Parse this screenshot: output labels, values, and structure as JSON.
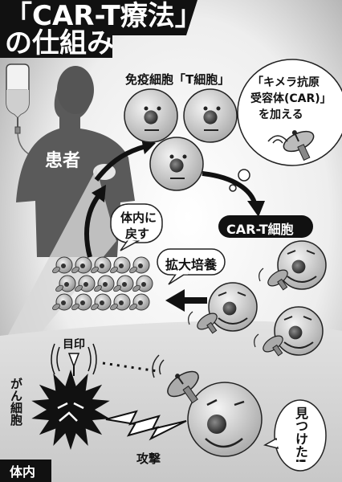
{
  "title": {
    "line1": "「CAR-T療法」",
    "line2": "の仕組み"
  },
  "labels": {
    "patient": "患者",
    "t_cells": "免疫細胞「T細胞」",
    "car_line1": "「キメラ抗原",
    "car_line2": "受容体(CAR)」",
    "car_line3": "を加える",
    "car_t": "CAR-T細胞",
    "return_line1": "体内に",
    "return_line2": "戻す",
    "expand": "拡大培養",
    "marker": "目印",
    "cancer": "がん細胞",
    "attack": "攻撃",
    "found": "見つけた!",
    "inside_body": "体内"
  }
}
